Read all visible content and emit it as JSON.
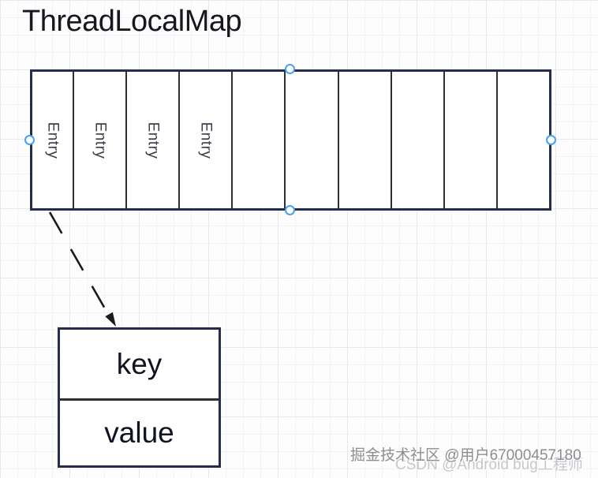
{
  "title": "ThreadLocalMap",
  "array": {
    "cells": [
      "Entry",
      "Entry",
      "Entry",
      "Entry",
      "",
      "",
      "",
      "",
      "",
      ""
    ]
  },
  "entry_box": {
    "key_label": "key",
    "value_label": "value"
  },
  "watermark": {
    "juejin": "掘金技术社区 @用户67000457180",
    "csdn": "CSDN @Android bug工程师"
  },
  "colors": {
    "shape_border": "#262c4d",
    "cell_divider": "#2f2f36",
    "handle_accent": "#49a0f3",
    "arrow": "#1b1b1b",
    "title_text": "#17171f",
    "entry_text": "#3a3e4a",
    "watermark_dark": "#8d8d92",
    "watermark_light": "#c7c7cb"
  }
}
